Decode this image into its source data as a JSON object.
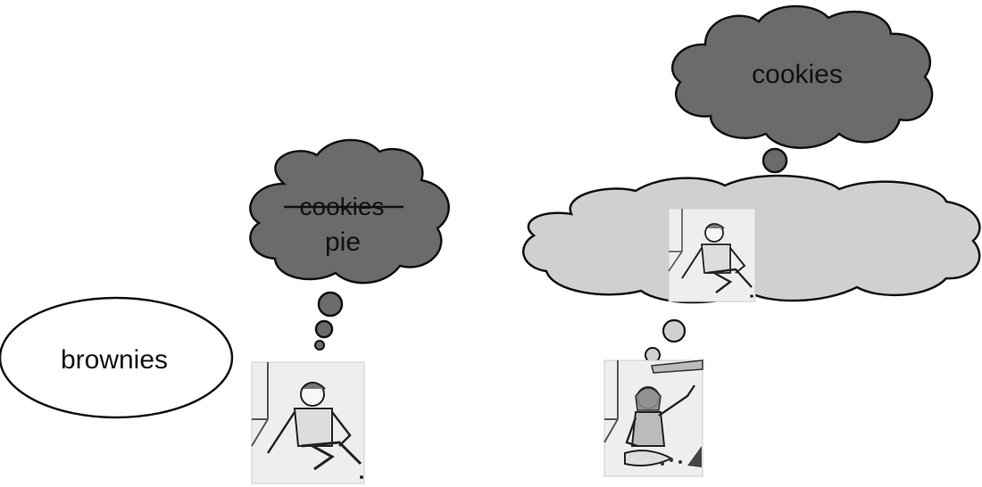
{
  "colors": {
    "dark_cloud": "#6b6b6b",
    "light_cloud": "#d0d0d0",
    "outline": "#111111",
    "background": "#ffffff"
  },
  "labels": {
    "brownies": "brownies",
    "crossed_out": "cookies",
    "pie": "pie",
    "cookies_top": "cookies"
  }
}
